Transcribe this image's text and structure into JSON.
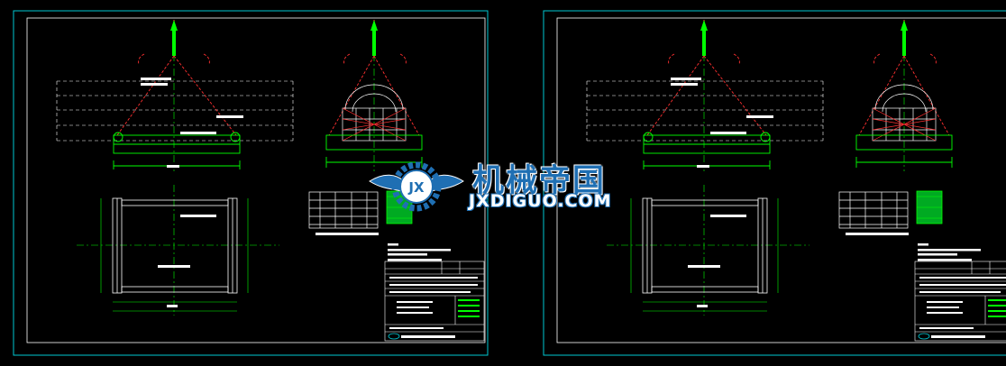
{
  "watermark": {
    "title": "机械帝国",
    "url": "JXDIGUO.COM",
    "colors": {
      "primary": "#1f6fb3",
      "text_outline": "#ffffff"
    }
  },
  "drawing": {
    "sheet_count": 2,
    "colors": {
      "background": "#000000",
      "frame": "#00c8d2",
      "border": "#ffffff",
      "geometry": "#00ff00",
      "rigging": "#ff3030",
      "centerline": "#00ff00",
      "text": "#ffffff",
      "arrow": "#ff0000"
    }
  }
}
